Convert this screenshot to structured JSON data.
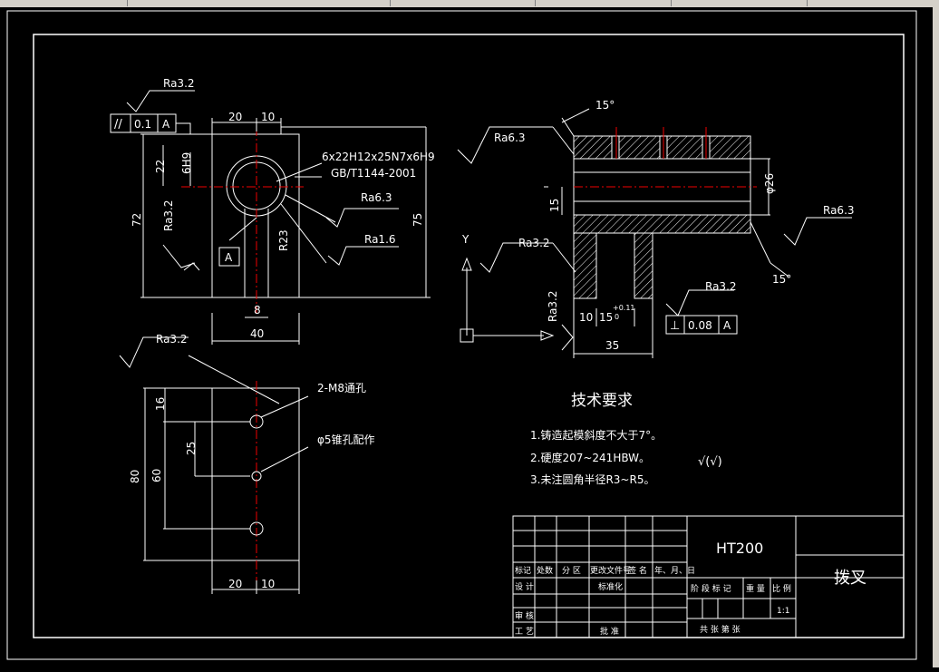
{
  "drawing": {
    "labels": {
      "ra32": "Ra3.2",
      "ra63": "Ra6.3",
      "ra16": "Ra1.6",
      "parallel_tol": "0.1",
      "datum_a": "A",
      "dim_20": "20",
      "dim_10": "10",
      "dim_22": "22",
      "dim_6h9": "6H9",
      "dim_72": "72",
      "dim_75": "75",
      "dim_8": "8",
      "dim_40": "40",
      "dim_r23": "R23",
      "spline_spec": "6x22H12x25N7x6H9",
      "spline_std": "GB/T1144-2001",
      "dim_15deg": "15°",
      "dim_15": "15",
      "dim_phi26": "φ26",
      "dim_35": "35",
      "dim_15_tol": "15",
      "dim_tol_upper": "+0.11",
      "dim_tol_lower": "0",
      "perp_tol": "0.08",
      "axis_y": "Y",
      "hole_2m8": "2-M8通孔",
      "hole_phi5": "φ5锥孔配作",
      "dim_16": "16",
      "dim_25": "25",
      "dim_80": "80",
      "dim_60": "60"
    },
    "tech_req": {
      "title": "技术要求",
      "items": [
        "1.铸造起模斜度不大于7°。",
        "2.硬度207~241HBW。",
        "3.未注圆角半径R3~R5。"
      ],
      "surface_symbol": "√(√)"
    },
    "title_block": {
      "material": "HT200",
      "part_name": "拨叉",
      "scale": "1:1",
      "row_labels": [
        "标记",
        "处数",
        "分 区",
        "更改文件号",
        "签 名",
        "年、月、日"
      ],
      "design": "设 计",
      "standardize": "标准化",
      "review": "审 核",
      "process": "工 艺",
      "approve": "批 准",
      "stage_mark": "阶 段 标 记",
      "weight": "重 量",
      "scale_label": "比 例",
      "sheets": "共   张   第   张"
    }
  }
}
